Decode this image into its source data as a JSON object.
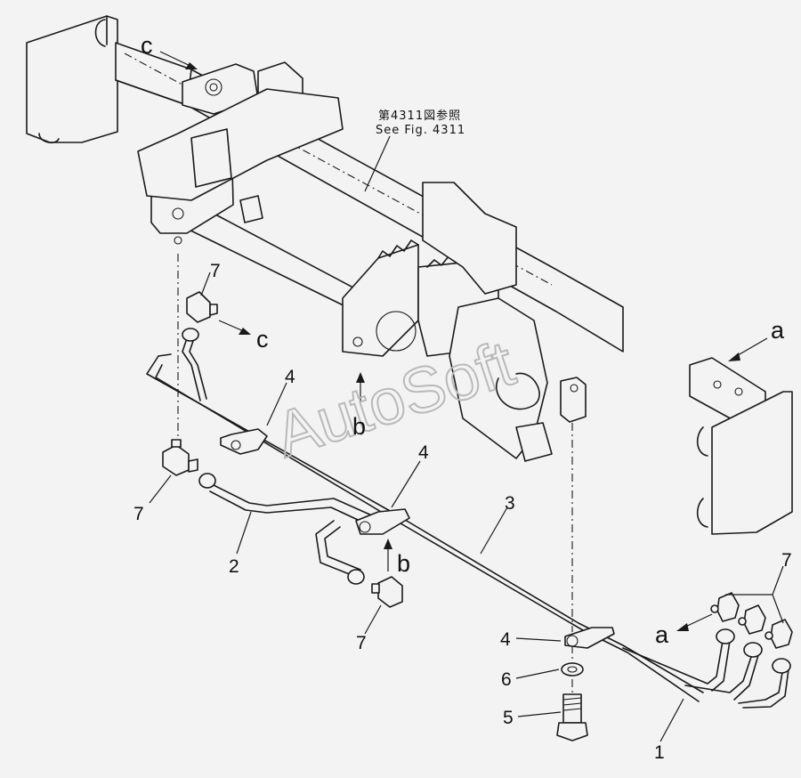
{
  "reference": {
    "line1": "第4311図参照",
    "line2": "See Fig. 4311"
  },
  "watermark": "AutoSoft",
  "callouts": {
    "part_1": "1",
    "part_2": "2",
    "part_3": "3",
    "part_4_clamp_upper": "4",
    "part_4_clamp_middle": "4",
    "part_4_clamp_lower": "4",
    "part_5": "5",
    "part_6": "6",
    "part_7_top": "7",
    "part_7_left": "7",
    "part_7_bottom": "7",
    "part_7_right": "7"
  },
  "view_markers": {
    "c_top": "c",
    "c_right": "c",
    "b_left": "b",
    "b_right": "b",
    "a_top": "a",
    "a_bottom": "a"
  },
  "colors": {
    "background": "#f3f3f3",
    "line": "#1a1a1a",
    "watermark": "#b9b9b9"
  }
}
